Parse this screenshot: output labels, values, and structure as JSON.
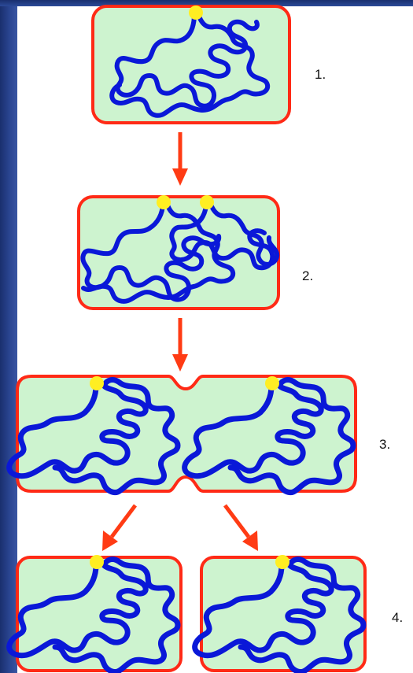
{
  "steps": [
    {
      "label": "1."
    },
    {
      "label": "2."
    },
    {
      "label": "3."
    },
    {
      "label": "4."
    }
  ],
  "colors": {
    "cell_fill": "#cdf3cf",
    "cell_membrane": "#ff2a16",
    "dna": "#0a18d8",
    "origin": "#ffee22",
    "arrow": "#ff3b14",
    "sidebar": "#2a4591"
  }
}
